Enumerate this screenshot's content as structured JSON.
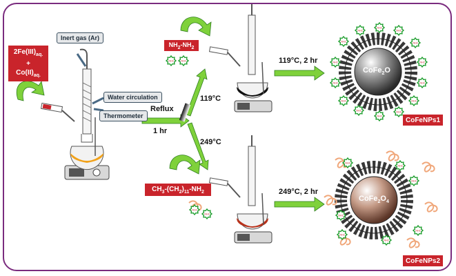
{
  "reagents": {
    "iron_line": "2Fe(III)",
    "iron_sub": "aq.",
    "plus": "+",
    "cobalt_line": "Co(II)",
    "cobalt_sub": "aq."
  },
  "labels": {
    "inert_gas": "Inert gas (Ar)",
    "water_circulation": "Water circulation",
    "thermometer": "Thermometer",
    "reflux": "Reflux",
    "reflux_time": "1 hr",
    "temp_upper": "119°C",
    "temp_lower": "249°C",
    "cond_upper": "119°C, 2 hr",
    "cond_lower": "249°C, 2 hr"
  },
  "hydrazine": {
    "a": "NH",
    "a_sub": "2",
    "dash": "-",
    "b": "NH",
    "b_sub": "2"
  },
  "amine": {
    "prefix": "CH",
    "p_sub": "3",
    "mid": "-(CH",
    "m_sub": "2",
    "close": ")",
    "c_sub": "11",
    "tail": "-NH",
    "t_sub": "2"
  },
  "core": {
    "name": "CoFe",
    "name_sub": "2",
    "o": "O",
    "o_sub": "4"
  },
  "particle_upper": {
    "core_a": "CoFe",
    "core_sub": "2",
    "core_b": "O",
    "label": "CoFeNPs1"
  },
  "particle_lower": {
    "label": "CoFeNPs2"
  },
  "ligand_tag": "NH2",
  "colors": {
    "border": "#7a2b7e",
    "red": "#c9242b",
    "arrow_green": "#7fd13b",
    "ligand_green": "#1e9e2e",
    "curl": "#f0a77a"
  }
}
